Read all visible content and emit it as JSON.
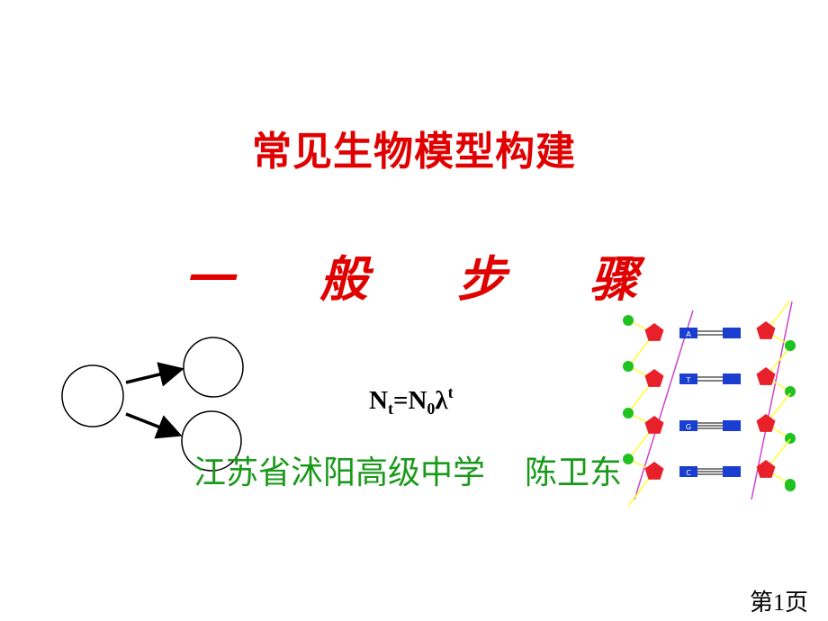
{
  "slide": {
    "title": "常见生物模型构建",
    "subtitle_chars": [
      "一",
      "般",
      "步",
      "骤"
    ],
    "formula": {
      "n": "N",
      "t": "t",
      "eq": "=N",
      "zero": "0",
      "lambda": "λ",
      "exp": "t"
    },
    "author": {
      "school": "江苏省沭阳高级中学",
      "name": "陈卫东"
    },
    "page_number": "第1页"
  },
  "dna": {
    "rungs": [
      {
        "base": "A"
      },
      {
        "base": "T"
      },
      {
        "base": "G"
      },
      {
        "base": "C"
      }
    ],
    "colors": {
      "pentagon": "#e8202a",
      "phosphate": "#1fc21f",
      "base": "#1a3ed0",
      "backbone": "#cc44cc",
      "link": "#ffff33"
    }
  },
  "cells": {
    "stroke": "#000000"
  }
}
